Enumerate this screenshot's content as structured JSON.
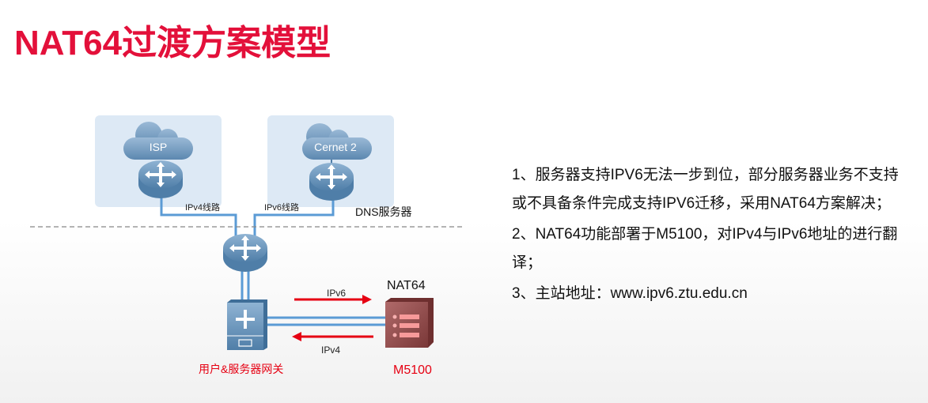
{
  "title": "NAT64过渡方案模型",
  "diagram": {
    "isp_label": "ISP",
    "cernet_label": "Cernet 2",
    "ipv4_line_label": "IPv4线路",
    "ipv6_line_label": "IPv6线路",
    "dns_label": "DNS服务器",
    "nat64_label": "NAT64",
    "ipv6_arrow_label": "IPv6",
    "ipv4_arrow_label": "IPv4",
    "gateway_label": "用户&服务器网关",
    "device_label": "M5100"
  },
  "notes": [
    "1、服务器支持IPV6无法一步到位，部分服务器业务不支持或不具备条件完成支持IPV6迁移，采用NAT64方案解决；",
    "2、NAT64功能部署于M5100，对IPv4与IPv6地址的进行翻译；",
    "3、主站地址：www.ipv6.ztu.edu.cn"
  ],
  "colors": {
    "title": "#e3103a",
    "accent_red": "#e60012",
    "line_blue": "#5b9bd5"
  }
}
